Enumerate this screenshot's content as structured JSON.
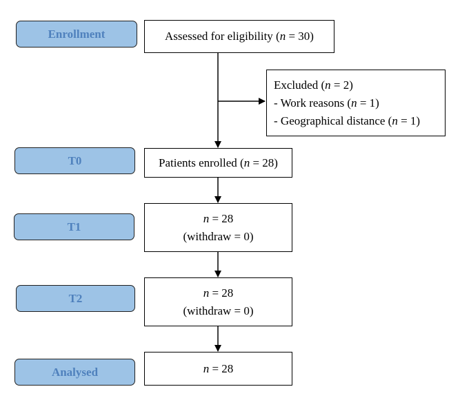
{
  "stages": {
    "enrollment": "Enrollment",
    "t0": "T0",
    "t1": "T1",
    "t2": "T2",
    "analysed": "Analysed"
  },
  "n_symbol": "n",
  "assessed": {
    "prefix": "Assessed for eligibility (",
    "suffix": " = 30)"
  },
  "excluded": {
    "line1": {
      "prefix": "Excluded (",
      "suffix": " = 2)"
    },
    "line2": {
      "prefix": "- Work reasons (",
      "suffix": " = 1)"
    },
    "line3": {
      "prefix": "- Geographical distance (",
      "suffix": " = 1)"
    }
  },
  "enrolled": {
    "prefix": "Patients enrolled (",
    "suffix": " = 28)"
  },
  "t1_box": {
    "count_suffix": " = 28",
    "withdraw": "(withdraw = 0)"
  },
  "t2_box": {
    "count_suffix": " = 28",
    "withdraw": "(withdraw = 0)"
  },
  "analysed_box": {
    "count_suffix": " = 28"
  },
  "colors": {
    "stage_fill": "#9dc3e6",
    "stage_text": "#4f81bd",
    "line": "#000000"
  }
}
